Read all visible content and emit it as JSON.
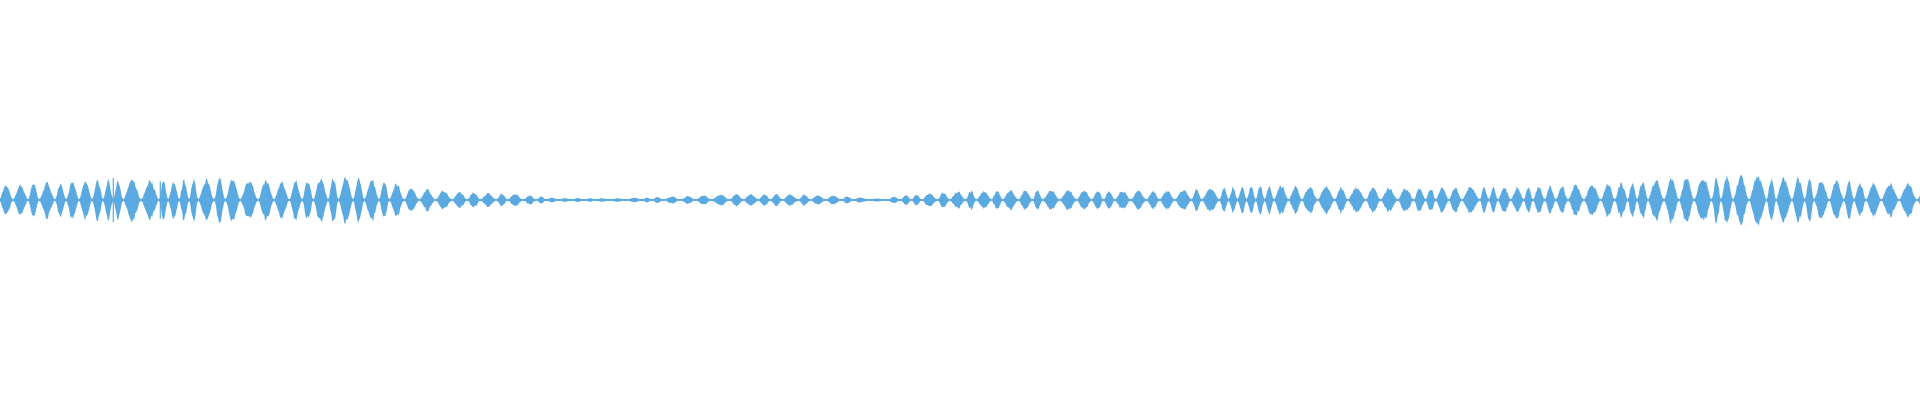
{
  "waveform": {
    "color": "#5aa9e0",
    "background": "#ffffff",
    "sample_count": 1920,
    "seed": 7,
    "envelope": [
      [
        0.0,
        0.55
      ],
      [
        0.02,
        0.65
      ],
      [
        0.06,
        0.8
      ],
      [
        0.09,
        0.75
      ],
      [
        0.12,
        0.85
      ],
      [
        0.15,
        0.7
      ],
      [
        0.175,
        0.95
      ],
      [
        0.2,
        0.8
      ],
      [
        0.215,
        0.45
      ],
      [
        0.24,
        0.32
      ],
      [
        0.27,
        0.22
      ],
      [
        0.29,
        0.08
      ],
      [
        0.32,
        0.07
      ],
      [
        0.35,
        0.13
      ],
      [
        0.38,
        0.24
      ],
      [
        0.41,
        0.23
      ],
      [
        0.44,
        0.15
      ],
      [
        0.46,
        0.05
      ],
      [
        0.47,
        0.18
      ],
      [
        0.5,
        0.35
      ],
      [
        0.56,
        0.4
      ],
      [
        0.6,
        0.33
      ],
      [
        0.63,
        0.48
      ],
      [
        0.66,
        0.56
      ],
      [
        0.7,
        0.52
      ],
      [
        0.73,
        0.46
      ],
      [
        0.76,
        0.52
      ],
      [
        0.79,
        0.5
      ],
      [
        0.82,
        0.58
      ],
      [
        0.85,
        0.72
      ],
      [
        0.88,
        0.88
      ],
      [
        0.91,
        0.95
      ],
      [
        0.935,
        0.88
      ],
      [
        0.96,
        0.72
      ],
      [
        1.0,
        0.62
      ]
    ],
    "transients": [
      {
        "position": 0.059,
        "level": 1.0
      },
      {
        "position": 0.0835,
        "level": 0.85
      }
    ]
  }
}
